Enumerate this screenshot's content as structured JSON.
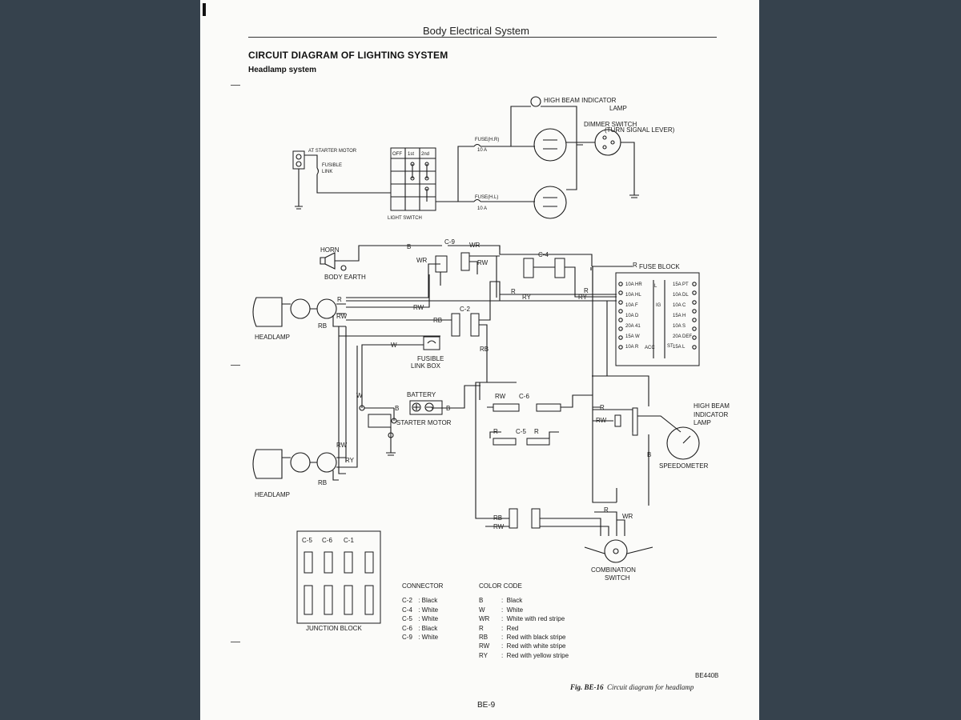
{
  "header": "Body Electrical System",
  "title": "CIRCUIT DIAGRAM OF LIGHTING SYSTEM",
  "subtitle": "Headlamp system",
  "top": {
    "at_starter_motor": "AT STARTER MOTOR",
    "fusible": "FUSIBLE",
    "link": "LINK",
    "switch_cols": [
      "OFF",
      "1st",
      "2nd"
    ],
    "light_switch": "LIGHT SWITCH",
    "fuse_hr": "FUSE(H.R)",
    "fuse_hr_rating": "10 A",
    "fuse_hl": "FUSE(H.L)",
    "fuse_hl_rating": "10 A",
    "high_beam_indicator": "HIGH BEAM INDICATOR",
    "lamp": "LAMP",
    "dimmer_switch": "DIMMER SWITCH",
    "turn_signal_lever": "(TURN SIGNAL LEVER)"
  },
  "main": {
    "horn": "HORN",
    "body_earth": "BODY EARTH",
    "headlamp": "HEADLAMP",
    "fuse_block": "FUSE BLOCK",
    "fusible": "FUSIBLE",
    "link_box": "LINK BOX",
    "battery": "BATTERY",
    "starter_motor": "STARTER MOTOR",
    "high_beam": "HIGH BEAM",
    "indicator": "INDICATOR",
    "lamp": "LAMP",
    "speedometer": "SPEEDOMETER",
    "combination": "COMBINATION",
    "switch": "SWITCH",
    "junction_block": "JUNCTION BLOCK"
  },
  "connectors": {
    "c1": "C-1",
    "c2": "C-2",
    "c4": "C-4",
    "c5": "C-5",
    "c6": "C-6",
    "c9": "C-9"
  },
  "wire_labels": {
    "B": "B",
    "W": "W",
    "R": "R",
    "WR": "WR",
    "RW": "RW",
    "RB": "RB",
    "RY": "RY"
  },
  "fuse_block": {
    "left": [
      "10A HR",
      "10A HL",
      "10A F",
      "10A D",
      "20A 41",
      "15A W",
      "10A R"
    ],
    "right": [
      "15A PT",
      "10A DL",
      "10A C",
      "15A H",
      "10A S",
      "20A DEF",
      "15A L"
    ],
    "l": "L",
    "ig": "IG",
    "acc": "ACC",
    "st": "ST"
  },
  "legend": {
    "connector_title": "CONNECTOR",
    "connectors": [
      {
        "id": "C-2",
        "color": "Black"
      },
      {
        "id": "C-4",
        "color": "White"
      },
      {
        "id": "C-5",
        "color": "White"
      },
      {
        "id": "C-6",
        "color": "Black"
      },
      {
        "id": "C-9",
        "color": "White"
      }
    ],
    "color_title": "COLOR CODE",
    "colors": [
      {
        "code": "B",
        "meaning": "Black"
      },
      {
        "code": "W",
        "meaning": "White"
      },
      {
        "code": "WR",
        "meaning": "White with red stripe"
      },
      {
        "code": "R",
        "meaning": "Red"
      },
      {
        "code": "RB",
        "meaning": "Red with black stripe"
      },
      {
        "code": "RW",
        "meaning": "Red with white stripe"
      },
      {
        "code": "RY",
        "meaning": "Red with yellow stripe"
      }
    ]
  },
  "figure": {
    "code": "BE440B",
    "number": "Fig. BE-16",
    "title": "Circuit diagram for headlamp"
  },
  "page_number": "BE-9"
}
